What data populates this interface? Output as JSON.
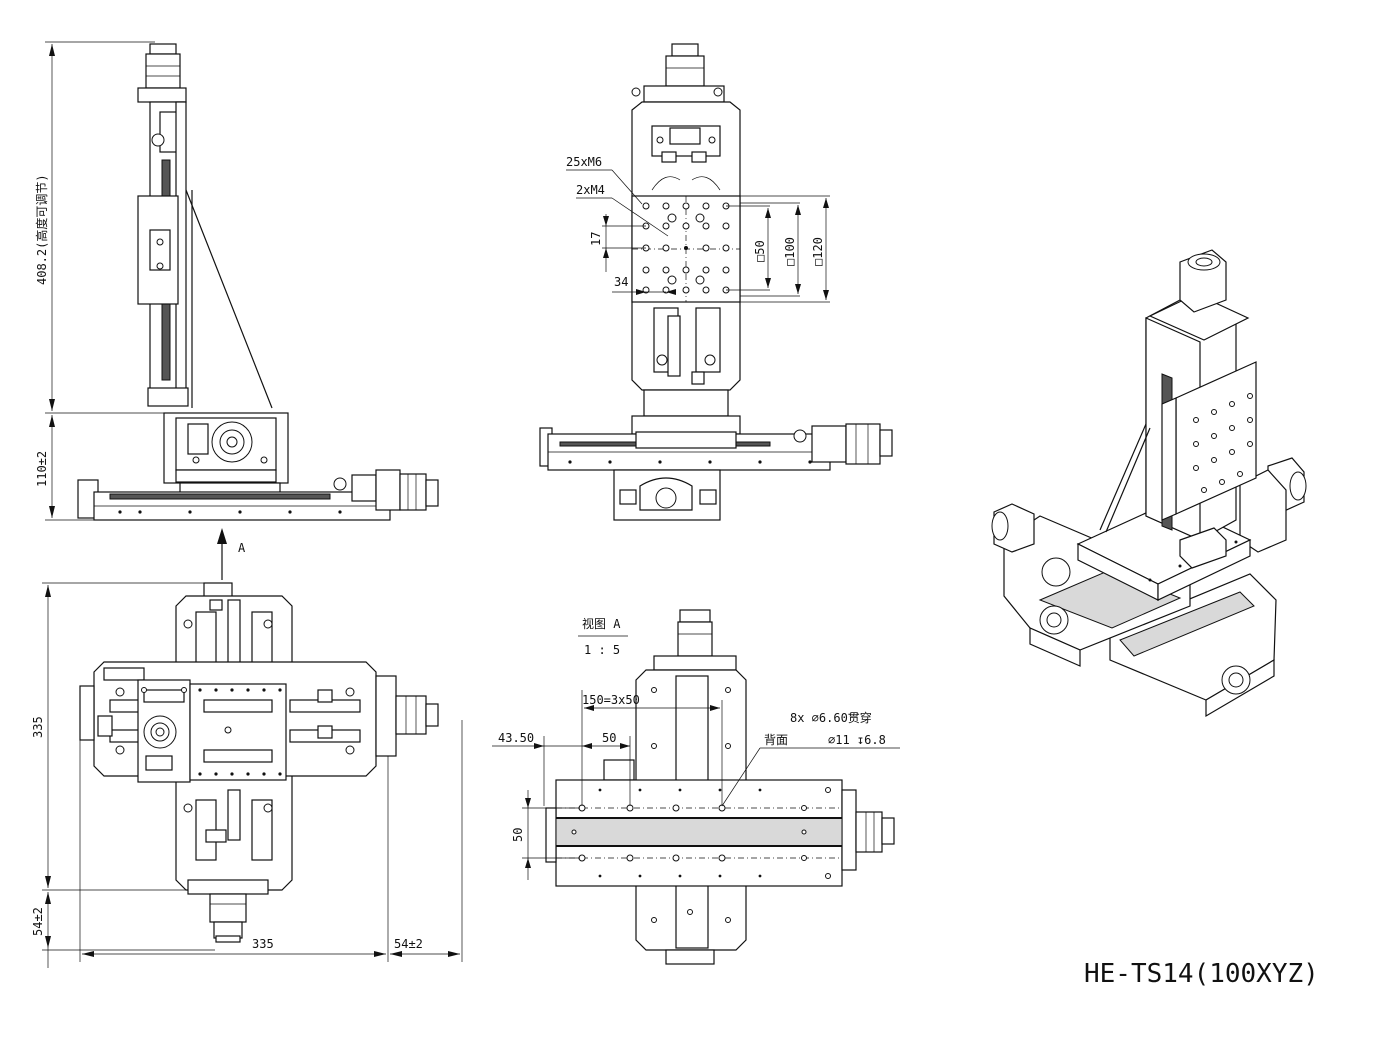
{
  "drawing": {
    "title": "HE-TS14(100XYZ)"
  },
  "side_view": {
    "height_dim": "408.2(高度可调节)",
    "base_dim": "110±2",
    "view_arrow_label": "A"
  },
  "front_view": {
    "callout_m6": "25xM6",
    "callout_m4": "2xM4",
    "dim_17": "17",
    "dim_34": "34",
    "dim_sq50": "□50",
    "dim_sq100": "□100",
    "dim_sq120": "□120"
  },
  "top_view": {
    "dim_vertical": "335",
    "dim_horizontal": "335",
    "dim_offset_left": "54±2",
    "dim_offset_right": "54±2"
  },
  "view_a": {
    "label": "视图 A",
    "scale": "1 : 5",
    "dim_pitch": "150=3x50",
    "dim_4350": "43.50",
    "dim_50h": "50",
    "dim_50v": "50",
    "hole_note_1": "8x ⌀6.60贯穿",
    "hole_note_back": "背面",
    "hole_note_2": "⌀11 ↧6.8"
  }
}
